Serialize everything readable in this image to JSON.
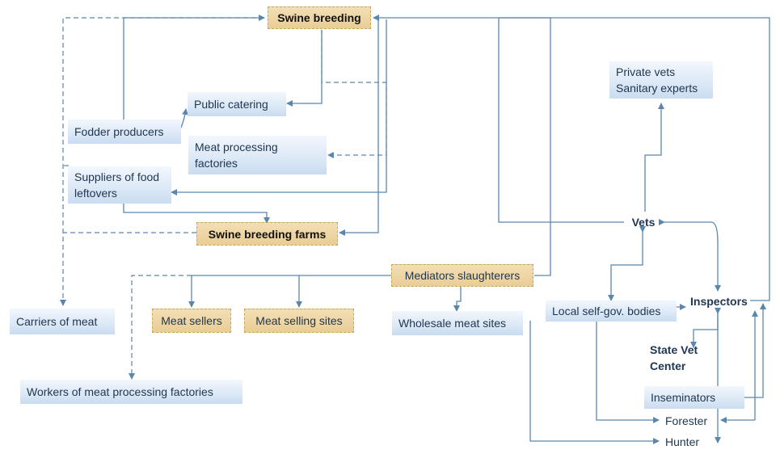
{
  "nodes": {
    "swine_breeding": "Swine breeding",
    "public_catering": "Public catering",
    "fodder_producers": "Fodder producers",
    "meat_processing_factories": "Meat processing\nfactories",
    "suppliers_food_leftovers": "Suppliers of food\nleftovers",
    "swine_breeding_farms": "Swine breeding farms",
    "private_vets": "Private vets\nSanitary experts",
    "vets": "Vets",
    "mediators_slaughterers": "Mediators slaughterers",
    "carriers_of_meat": "Carriers of meat",
    "meat_sellers": "Meat sellers",
    "meat_selling_sites": "Meat selling sites",
    "wholesale_meat_sites": "Wholesale meat sites",
    "local_self_gov_bodies": "Local self-gov. bodies",
    "inspectors": "Inspectors",
    "state_vet_center": "State Vet Center",
    "workers_meat_processing": "Workers of meat processing factories",
    "inseminators": "Inseminators",
    "forester": "Forester",
    "hunter": "Hunter"
  },
  "colors": {
    "line": "#5b86ad",
    "tan_box": "#ecd39f",
    "blue_box": "#dbe8f6"
  }
}
